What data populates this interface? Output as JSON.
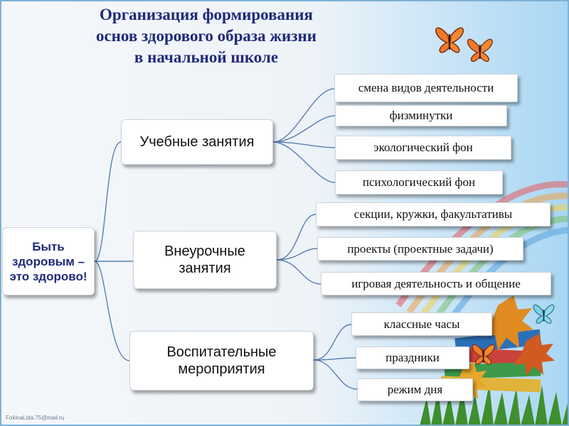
{
  "title": {
    "line1": "Организация формирования",
    "line2": "основ здорового образа жизни",
    "line3": "в начальной школе"
  },
  "root": {
    "line1": "Быть",
    "line2": "здоровым –",
    "line3": "это здорово!"
  },
  "categories": [
    {
      "line1": "Учебные занятия",
      "line2": "",
      "items": [
        "смена видов деятельности",
        "физминутки",
        "экологический фон",
        "психологический фон"
      ]
    },
    {
      "line1": "Внеурочные",
      "line2": "занятия",
      "items": [
        "секции, кружки, факультативы",
        "проекты (проектные задачи)",
        "игровая деятельность и общение"
      ]
    },
    {
      "line1": "Воспитательные",
      "line2": "мероприятия",
      "items": [
        "классные часы",
        "праздники",
        "режим дня"
      ]
    }
  ],
  "footer": {
    "email": "FokinaLida.75@mail.ru"
  },
  "colors": {
    "title": "#1f2a7a",
    "connector": "#5a7fb0",
    "frame": "#7fb2d6"
  }
}
